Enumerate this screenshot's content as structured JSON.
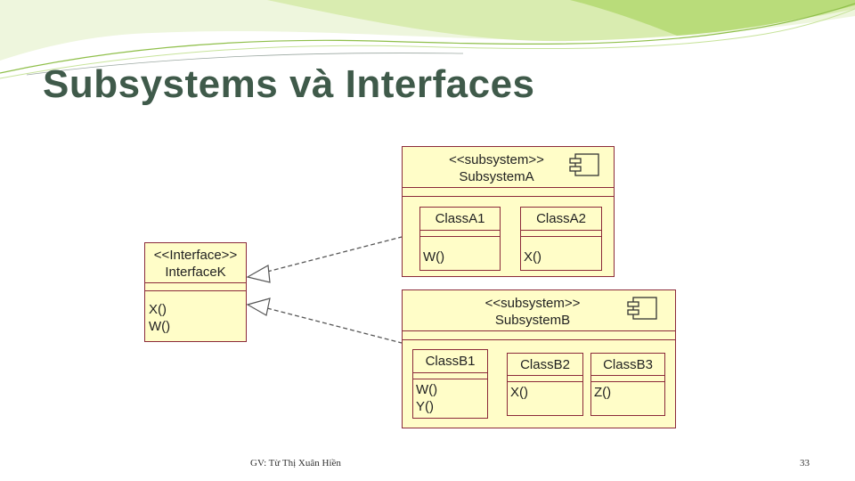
{
  "slide": {
    "title": "Subsystems và Interfaces",
    "footer_author": "GV: Từ Thị Xuân Hiền",
    "page_number": "33"
  },
  "colors": {
    "box_fill": "#fffdc8",
    "box_border": "#8b2a3a",
    "title": "#3f5a4a",
    "swoosh_light": "#d9ecb0",
    "swoosh_dark": "#8fbf4a"
  },
  "diagram": {
    "interface": {
      "stereotype": "<<Interface>>",
      "name": "InterfaceK",
      "ops": [
        "X()",
        "W()"
      ]
    },
    "subsystem_a": {
      "stereotype": "<<subsystem>>",
      "name": "SubsystemA",
      "classes": [
        {
          "name": "ClassA1",
          "ops": [
            "W()"
          ]
        },
        {
          "name": "ClassA2",
          "ops": [
            "X()"
          ]
        }
      ]
    },
    "subsystem_b": {
      "stereotype": "<<subsystem>>",
      "name": "SubsystemB",
      "classes": [
        {
          "name": "ClassB1",
          "ops": [
            "W()",
            "Y()"
          ]
        },
        {
          "name": "ClassB2",
          "ops": [
            "X()"
          ]
        },
        {
          "name": "ClassB3",
          "ops": [
            "Z()"
          ]
        }
      ]
    },
    "relations": [
      {
        "from": "SubsystemA",
        "to": "InterfaceK",
        "kind": "realization"
      },
      {
        "from": "SubsystemB",
        "to": "InterfaceK",
        "kind": "realization"
      }
    ]
  }
}
